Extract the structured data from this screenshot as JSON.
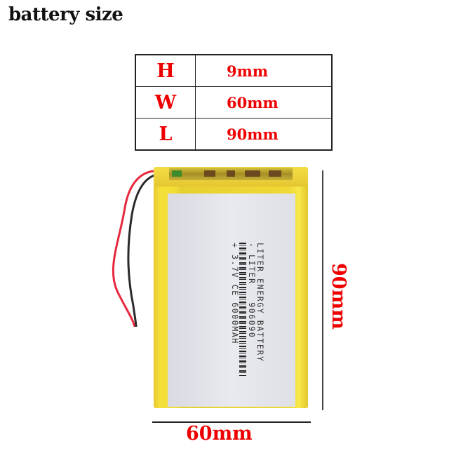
{
  "title": "battery size",
  "spec_table": {
    "rows": [
      {
        "key": "H",
        "value": "9mm"
      },
      {
        "key": "W",
        "value": "60mm"
      },
      {
        "key": "L",
        "value": "90mm"
      }
    ]
  },
  "battery": {
    "print_lines": [
      "LITER ENERGY BATTERY",
      "- LITER   906090",
      "+ 3.7V CE 6000MAH"
    ],
    "colors": {
      "wrap": "#f2dc36",
      "wire_positive": "#e8283c",
      "wire_negative": "#2a2a2a"
    }
  },
  "dimensions": {
    "vertical_label": "90mm",
    "horizontal_label": "60mm",
    "label_color": "#ee0000"
  }
}
